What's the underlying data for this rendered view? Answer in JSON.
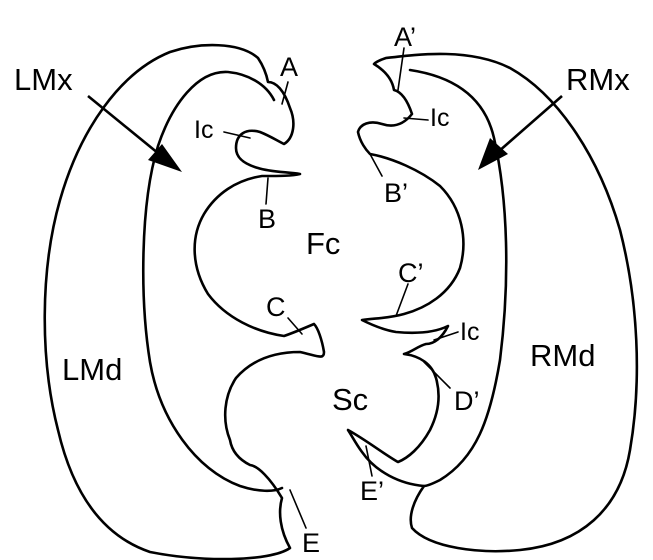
{
  "labels": {
    "lmx": "LMx",
    "rmx": "RMx",
    "lmd": "LMd",
    "rmd": "RMd",
    "fc": "Fc",
    "sc": "Sc",
    "a": "A",
    "a_prime": "A’",
    "b": "B",
    "b_prime": "B’",
    "c": "C",
    "c_prime": "C’",
    "d_prime": "D’",
    "e": "E",
    "e_prime": "E’",
    "ic_left": "Ic",
    "ic_right_top": "Ic",
    "ic_right_bottom": "Ic"
  },
  "colors": {
    "stroke": "#000000",
    "background": "#ffffff"
  }
}
